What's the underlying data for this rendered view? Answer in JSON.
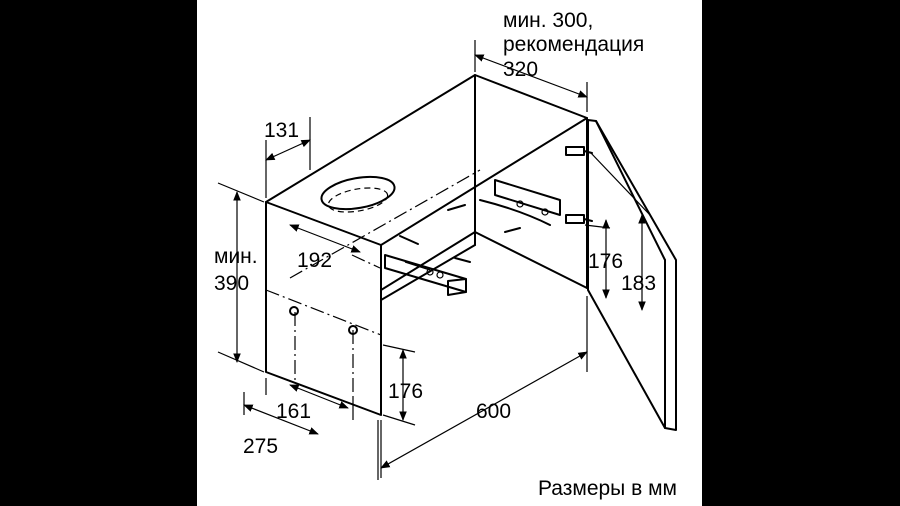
{
  "dimensions": {
    "min300": "мин. 300,",
    "recommend": "рекомендация",
    "d320": "320",
    "d131": "131",
    "d192": "192",
    "min_label": "мин.",
    "d390": "390",
    "d176_right": "176",
    "d183": "183",
    "d176_bottom": "176",
    "d161": "161",
    "d275": "275",
    "d600": "600"
  },
  "caption": "Размеры в мм"
}
